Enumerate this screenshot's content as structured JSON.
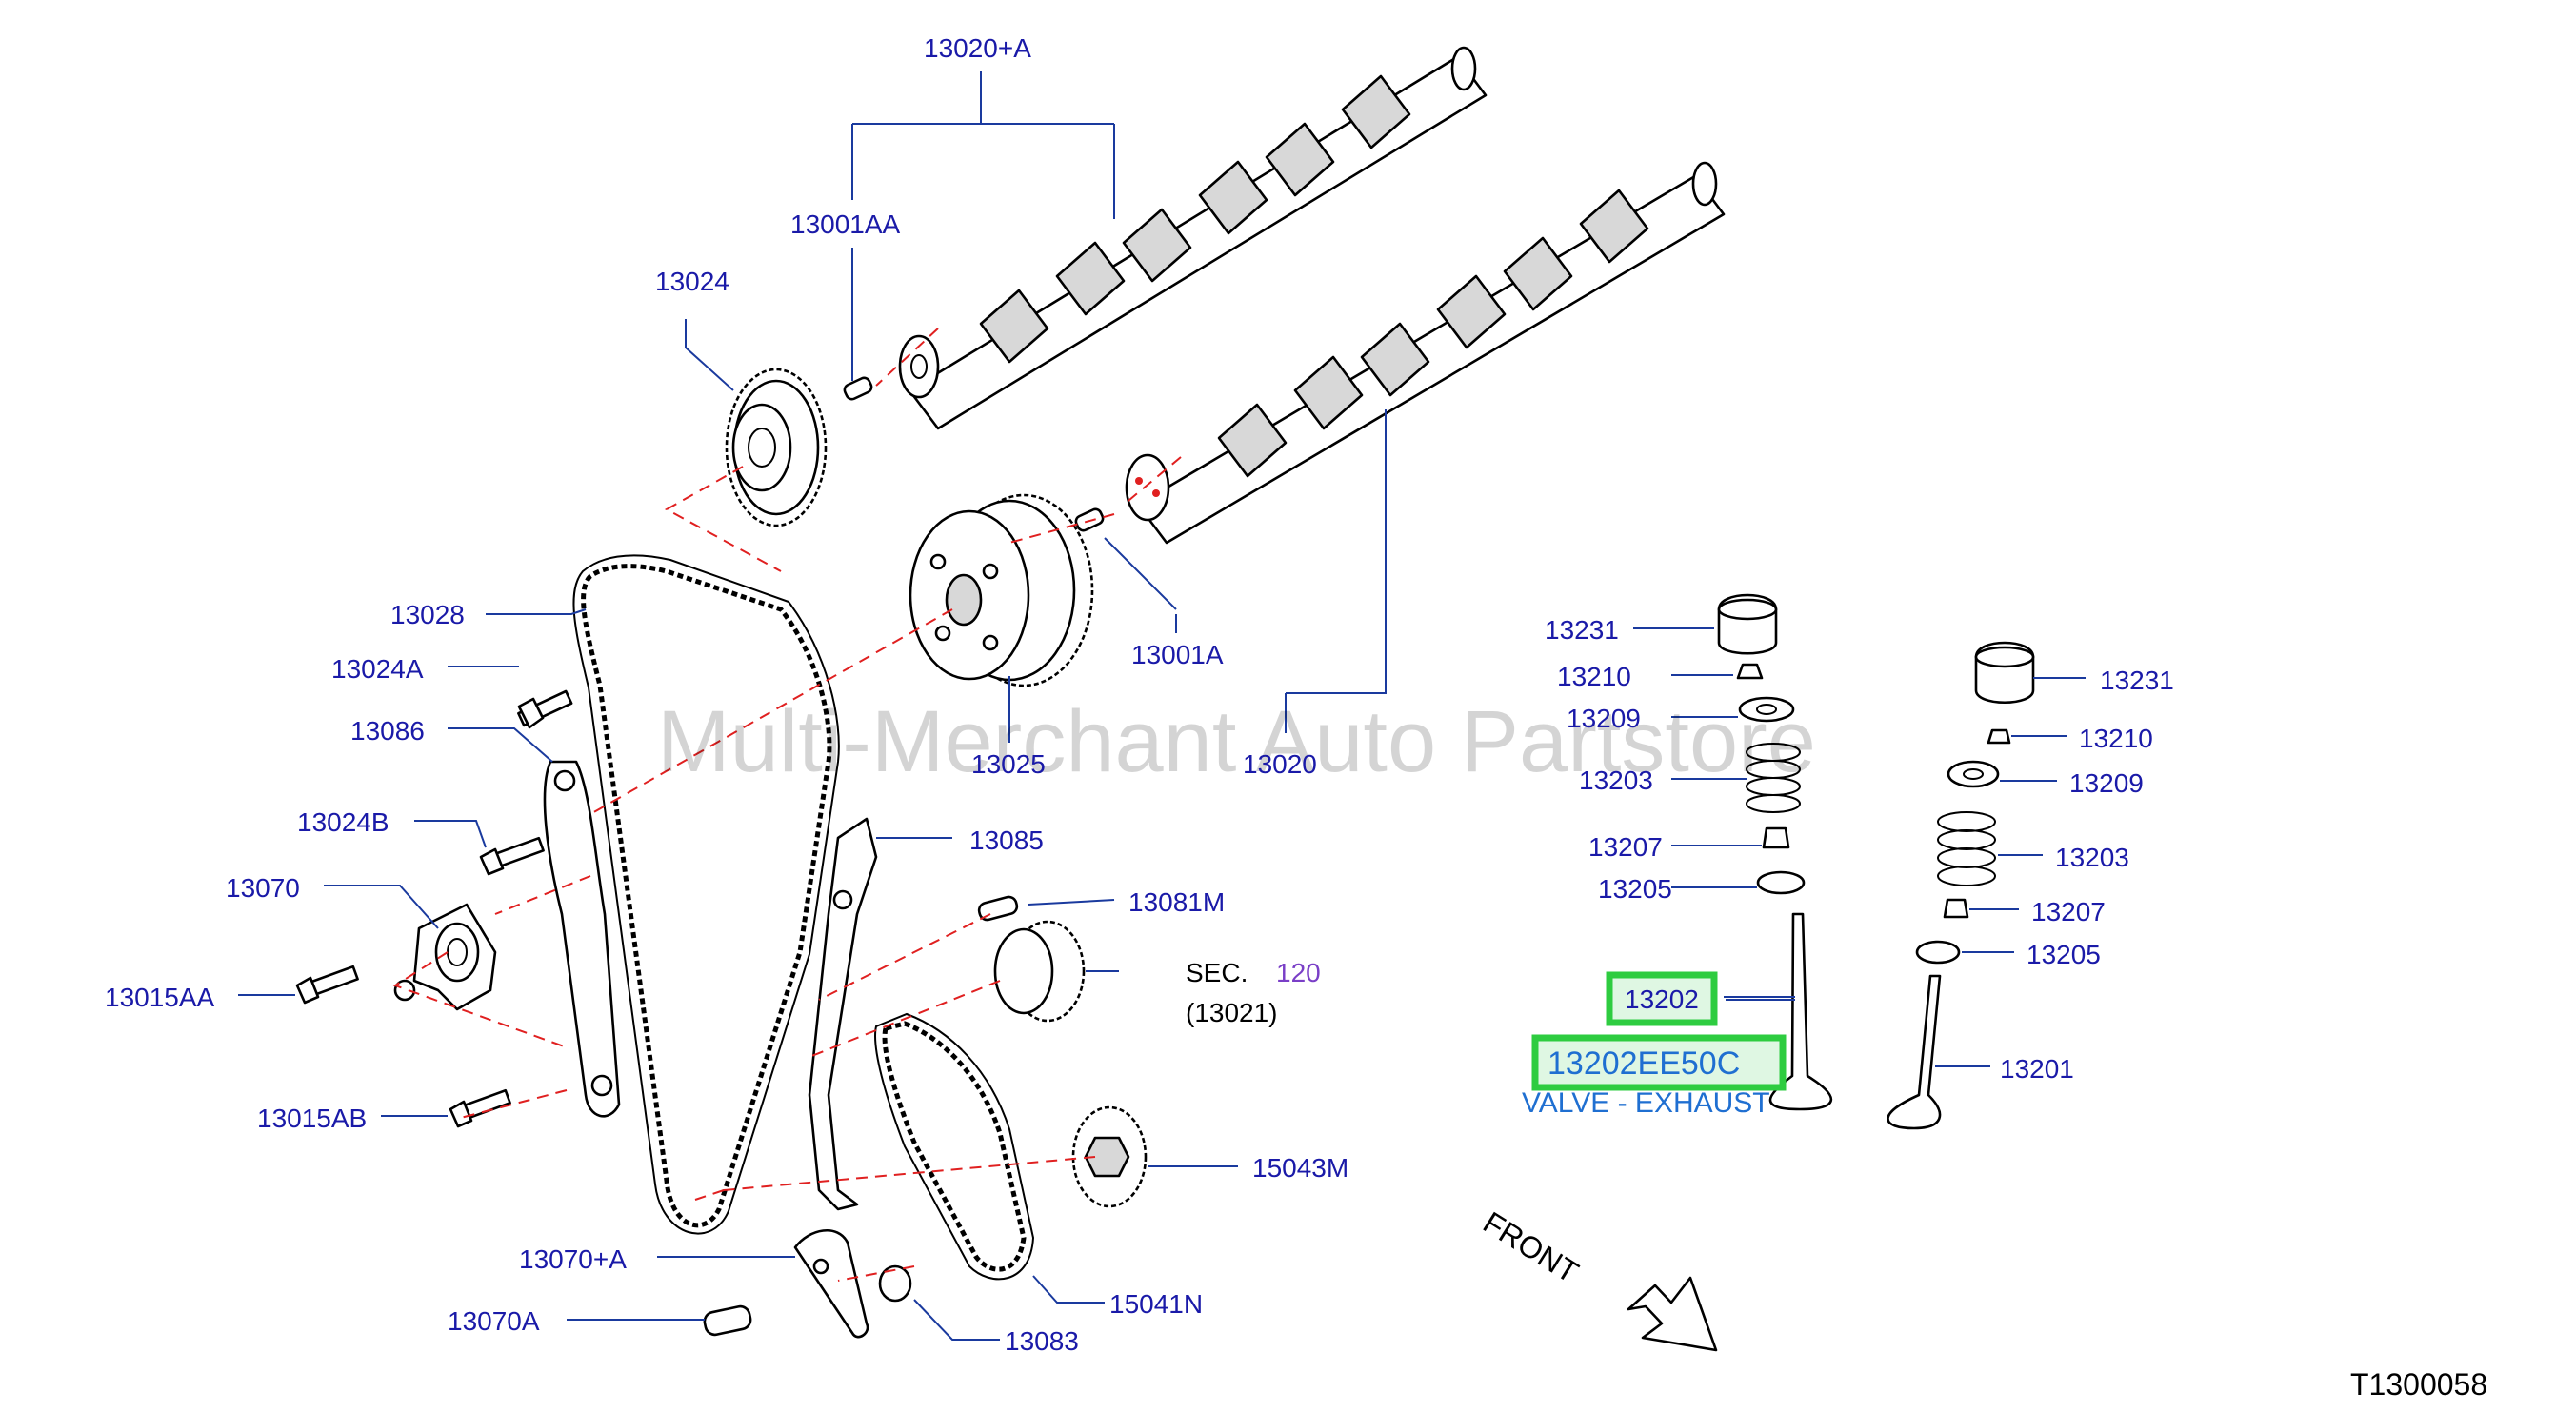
{
  "watermark": "Multi-Merchant Auto Partstore",
  "diagram_code": "T1300058",
  "front_label": "FRONT",
  "sec_label": "SEC.",
  "sec_number": "120",
  "sec_sub": "(13021)",
  "highlight": {
    "part_number": "13202",
    "oem_number": "13202EE50C",
    "description": "VALVE - EXHAUST"
  },
  "labels": {
    "p13020A": "13020+A",
    "p13001AA": "13001AA",
    "p13024": "13024",
    "p13028": "13028",
    "p13024A": "13024A",
    "p13086": "13086",
    "p13024B": "13024B",
    "p13070": "13070",
    "p13015AA": "13015AA",
    "p13015AB": "13015AB",
    "p13070A_plus": "13070+A",
    "p13070A": "13070A",
    "p13083": "13083",
    "p15041N": "15041N",
    "p15043M": "15043M",
    "p13081M": "13081M",
    "p13085": "13085",
    "p13025": "13025",
    "p13020": "13020",
    "p13001A": "13001A",
    "l13231": "13231",
    "l13210": "13210",
    "l13209": "13209",
    "l13203": "13203",
    "l13207": "13207",
    "l13205": "13205",
    "r13231": "13231",
    "r13210": "13210",
    "r13209": "13209",
    "r13203": "13203",
    "r13207": "13207",
    "r13205": "13205",
    "r13201": "13201"
  },
  "colors": {
    "label_blue": "#1a1aa8",
    "highlight_green": "#2ecc40",
    "oem_blue": "#1f6fd1",
    "sec_purple": "#7a3fc7",
    "dash_red": "#e02020"
  }
}
